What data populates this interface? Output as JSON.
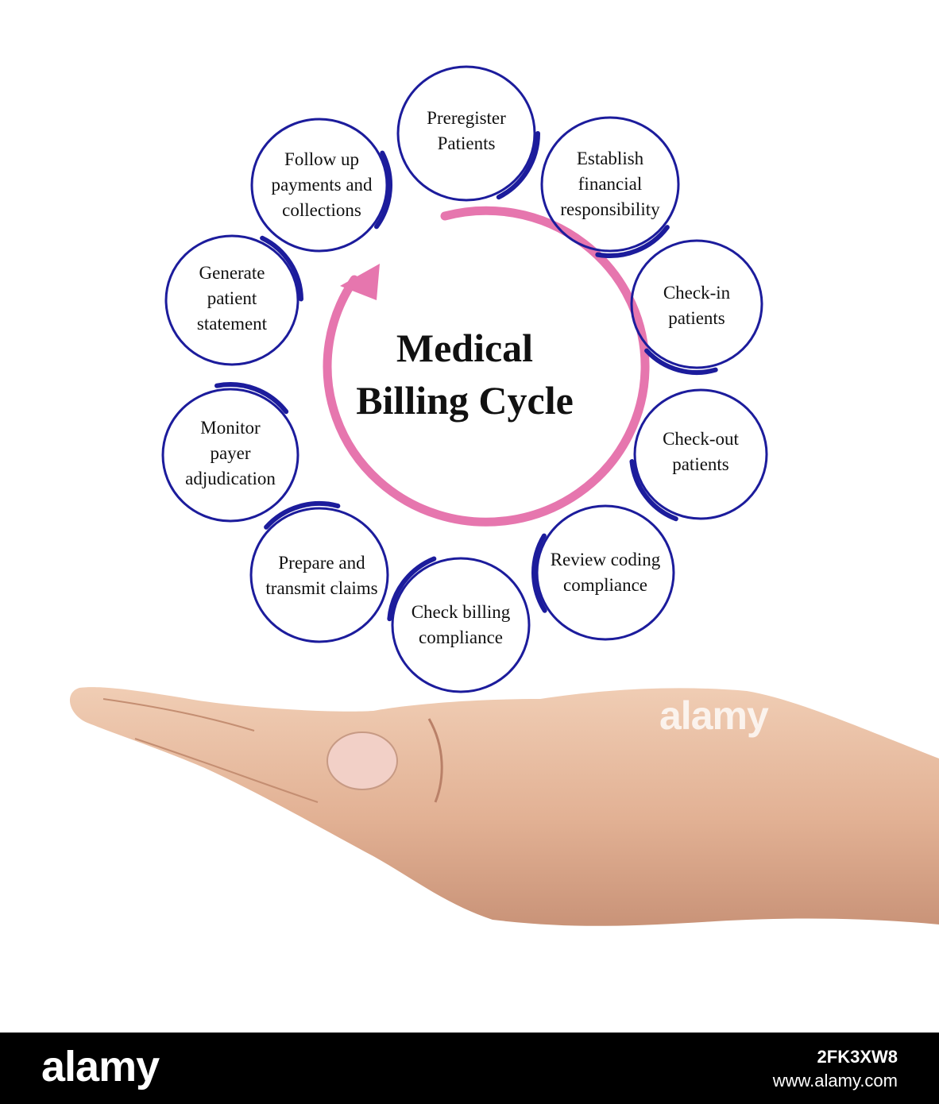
{
  "diagram": {
    "center_title": [
      "Medical",
      "Billing Cycle"
    ],
    "steps": [
      {
        "label": "Preregister Patients"
      },
      {
        "label": "Establish financial responsibility"
      },
      {
        "label": "Check-in patients"
      },
      {
        "label": "Check-out patients"
      },
      {
        "label": "Review coding compliance"
      },
      {
        "label": "Check billing compliance"
      },
      {
        "label": "Prepare and transmit claims"
      },
      {
        "label": "Monitor payer adjudication"
      },
      {
        "label": "Generate patient statement"
      },
      {
        "label": "Follow up payments and collections"
      }
    ],
    "colors": {
      "circle_stroke": "#1c1c9c",
      "arrow": "#e676ae",
      "text": "#111111"
    }
  },
  "watermark": {
    "text": "alamy"
  },
  "footer": {
    "logo": "alamy",
    "image_id": "2FK3XW8",
    "site": "www.alamy.com"
  }
}
